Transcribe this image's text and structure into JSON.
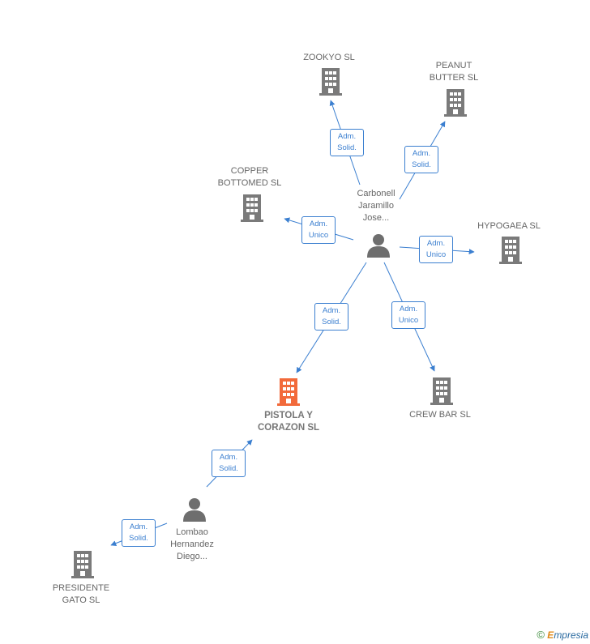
{
  "colors": {
    "edge": "#3b7fd0",
    "company": "#7a7a7a",
    "main_company": "#f26a3b",
    "person": "#6e6e6e"
  },
  "nodes": {
    "zookyo": "ZOOKYO SL",
    "peanut": "PEANUT\nBUTTER  SL",
    "copper": "COPPER\nBOTTOMED  SL",
    "hypogaea": "HYPOGAEA  SL",
    "carbonell": "Carbonell\nJaramillo\nJose...",
    "pistola": "PISTOLA Y\nCORAZON  SL",
    "crewbar": "CREW BAR SL",
    "lombao": "Lombao\nHernandez\nDiego...",
    "presidente": "PRESIDENTE\nGATO  SL"
  },
  "relations": {
    "r_zookyo": "Adm.\nSolid.",
    "r_peanut": "Adm.\nSolid.",
    "r_copper": "Adm.\nUnico",
    "r_hypogaea": "Adm.\nUnico",
    "r_pistola": "Adm.\nSolid.",
    "r_crewbar": "Adm.\nUnico",
    "r_lombao_pistola": "Adm.\nSolid.",
    "r_presidente": "Adm.\nSolid."
  },
  "brand": {
    "copyright": "©",
    "e": "E",
    "name": "mpresia"
  }
}
